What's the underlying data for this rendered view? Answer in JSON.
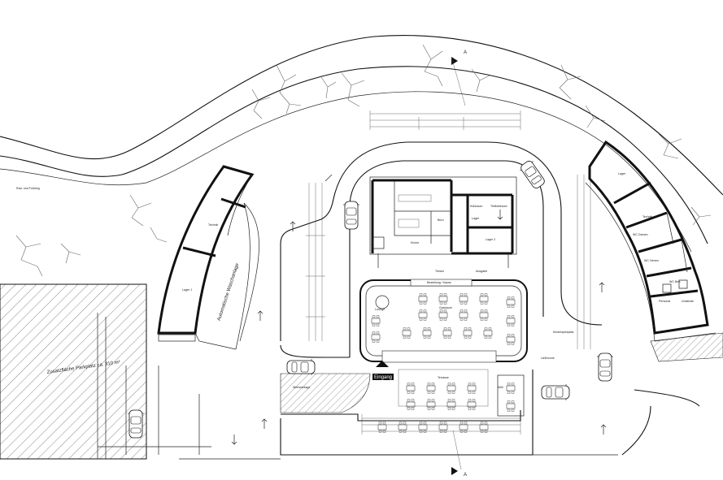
{
  "labels": {
    "section_mark": "A",
    "entrance": "Eingang",
    "extra_parking": "Zusatzfläche Parkplatz ca. 310 m²",
    "wash_facility": "Automatische Waschanlage",
    "rad_fussweg": "Rad- und Fußweg",
    "lager": "Lager",
    "technik": "Technik",
    "lager_1": "Lager 1",
    "lager_2": "Lager 2",
    "kuehlraum": "Kühlraum",
    "tiefkuehlraum": "Tiefkühlraum",
    "lager_room": "Lager",
    "buero": "Büro",
    "kueche": "Küche",
    "tresen": "Tresen",
    "lounge": "Lounge",
    "gastraum": "Gastraum",
    "terrasse": "Terrasse",
    "ws_damen": "WC Damen",
    "ws_herren": "WC Herren",
    "wc_behindert": "WC Beh.",
    "personal": "Personal",
    "umkleide": "Umkleide",
    "technik_2": "Technik",
    "muell": "Müll",
    "lieferzone": "Lieferzone",
    "kinderspielplatz": "Kinderspielplatz",
    "werbeanlage": "Werbeanlage",
    "bestellung": "Bestellung / Kasse",
    "ausgabe": "Ausgabe"
  },
  "colors": {
    "line": "#111111",
    "hatch": "#555555",
    "tree": "#666666",
    "background": "#ffffff"
  }
}
